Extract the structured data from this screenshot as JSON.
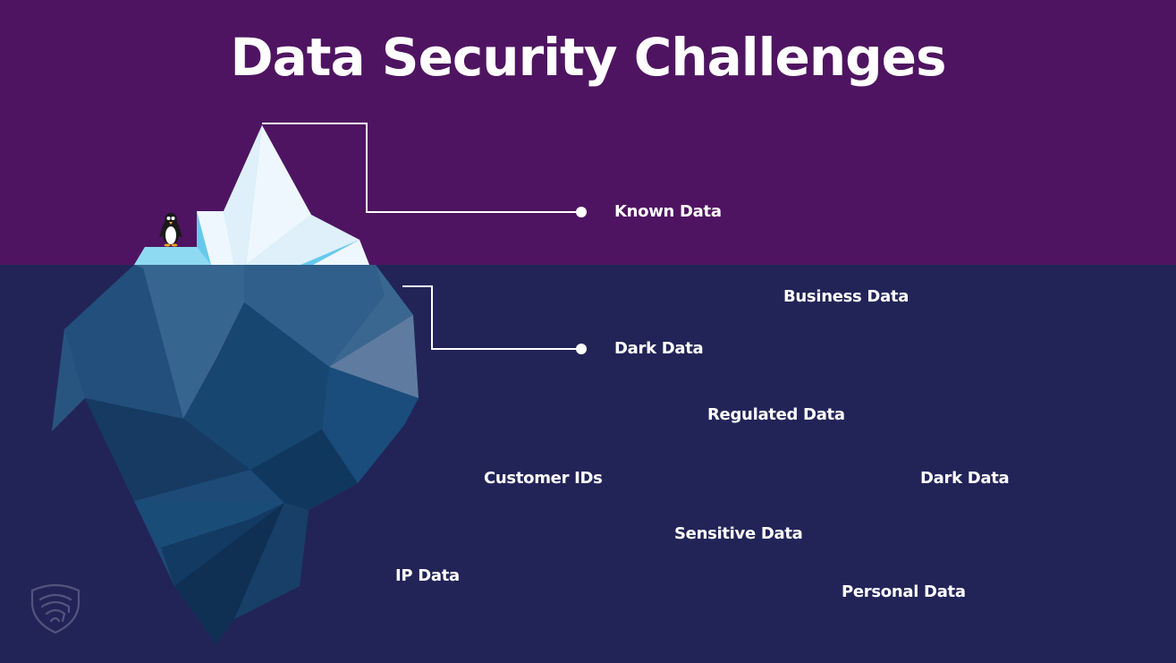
{
  "title": "Data Security Challenges",
  "callouts": {
    "known_data": "Known Data",
    "dark_data": "Dark Data"
  },
  "floating_labels": {
    "business_data": "Business Data",
    "regulated_data": "Regulated Data",
    "customer_ids": "Customer IDs",
    "dark_data": "Dark Data",
    "sensitive_data": "Sensitive Data",
    "ip_data": "IP Data",
    "personal_data": "Personal Data"
  },
  "colors": {
    "sky": "#4f1461",
    "water": "#222458",
    "ice_light": "#eef7fd",
    "ice_blue": "#66c9ec",
    "berg_dark": "#153a63",
    "text": "#ffffff"
  },
  "icons": {
    "mascot": "penguin-icon",
    "brand": "fingerprint-shield-icon"
  }
}
